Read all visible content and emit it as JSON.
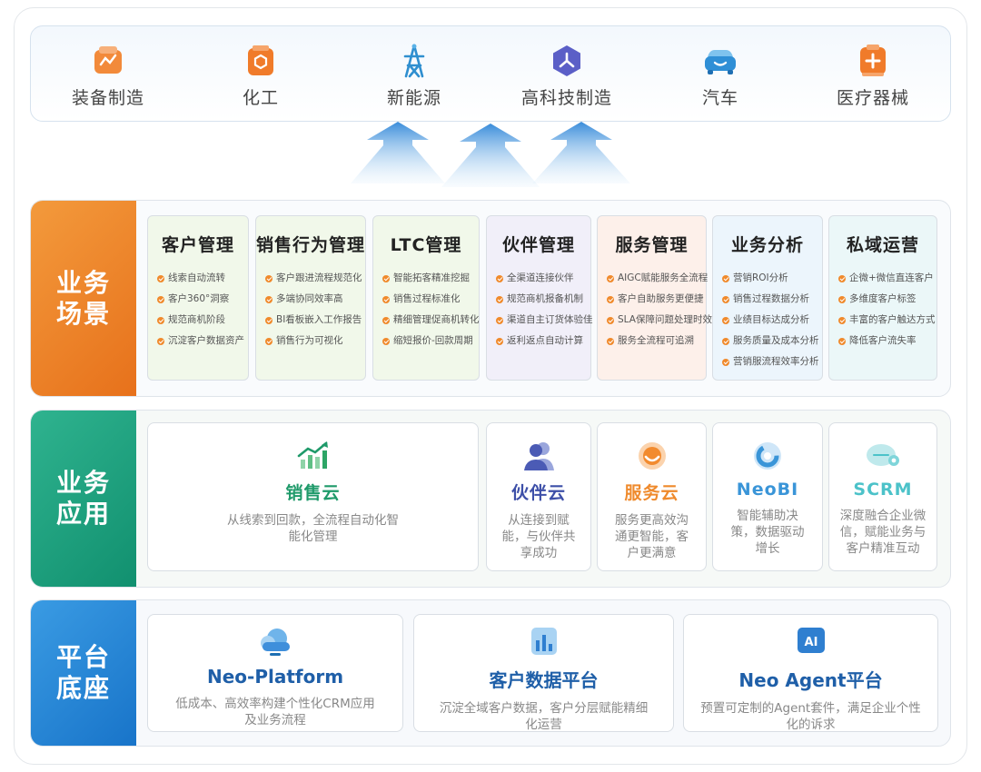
{
  "industries": [
    {
      "label": "装备制造",
      "icon": "equipment-icon"
    },
    {
      "label": "化工",
      "icon": "chemical-icon"
    },
    {
      "label": "新能源",
      "icon": "new-energy-icon"
    },
    {
      "label": "高科技制造",
      "icon": "hightech-icon"
    },
    {
      "label": "汽车",
      "icon": "car-icon"
    },
    {
      "label": "医疗器械",
      "icon": "medical-icon"
    }
  ],
  "rows": {
    "scenario": {
      "line1": "业务",
      "line2": "场景"
    },
    "application": {
      "line1": "业务",
      "line2": "应用"
    },
    "platform": {
      "line1": "平台",
      "line2": "底座"
    }
  },
  "scenarios": [
    {
      "title": "客户管理",
      "items": [
        "线索自动流转",
        "客户360°洞察",
        "规范商机阶段",
        "沉淀客户数据资产"
      ]
    },
    {
      "title": "销售行为管理",
      "items": [
        "客户跟进流程规范化",
        "多端协同效率高",
        "BI看板嵌入工作报告",
        "销售行为可视化"
      ]
    },
    {
      "title": "LTC管理",
      "items": [
        "智能拓客精准挖掘",
        "销售过程标准化",
        "精细管理促商机转化",
        "缩短报价-回款周期"
      ]
    },
    {
      "title": "伙伴管理",
      "items": [
        "全渠道连接伙伴",
        "规范商机报备机制",
        "渠道自主订货体验佳",
        "返利返点自动计算"
      ]
    },
    {
      "title": "服务管理",
      "items": [
        "AIGC赋能服务全流程",
        "客户自助服务更便捷",
        "SLA保障问题处理时效",
        "服务全流程可追溯"
      ]
    },
    {
      "title": "业务分析",
      "items": [
        "营销ROI分析",
        "销售过程数据分析",
        "业绩目标达成分析",
        "服务质量及成本分析",
        "营销服流程效率分析"
      ]
    },
    {
      "title": "私域运营",
      "items": [
        "企微+微信直连客户",
        "多维度客户标签",
        "丰富的客户触达方式",
        "降低客户流失率"
      ]
    }
  ],
  "applications": [
    {
      "title": "销售云",
      "desc": "从线索到回款，全流程自动化智能化管理",
      "icon": "chart-growth-icon"
    },
    {
      "title": "伙伴云",
      "desc": "从连接到赋能，与伙伴共享成功",
      "icon": "partner-people-icon"
    },
    {
      "title": "服务云",
      "desc": "服务更高效沟通更智能，客户更满意",
      "icon": "service-icon"
    },
    {
      "title": "NeoBI",
      "desc": "智能辅助决策，数据驱动增长",
      "icon": "pie-chart-icon"
    },
    {
      "title": "SCRM",
      "desc": "深度融合企业微信，赋能业务与客户精准互动",
      "icon": "scrm-icon"
    }
  ],
  "platforms": [
    {
      "title": "Neo-Platform",
      "desc": "低成本、高效率构建个性化CRM应用及业务流程",
      "icon": "cloud-icon"
    },
    {
      "title": "客户数据平台",
      "desc": "沉淀全域客户数据，客户分层赋能精细化运营",
      "icon": "data-bars-icon"
    },
    {
      "title": "Neo Agent平台",
      "desc": "预置可定制的Agent套件，满足企业个性化的诉求",
      "icon": "ai-icon",
      "icon_text": "AI"
    }
  ],
  "colors": {
    "orange": "#ee7d22",
    "green": "#16976f",
    "blue": "#1e74c7",
    "app_sales": "#1f9a6a",
    "app_partner": "#3d4fa8",
    "app_service": "#ef8a2c",
    "app_neobi": "#3a95d8",
    "app_scrm": "#4cc2c9"
  }
}
